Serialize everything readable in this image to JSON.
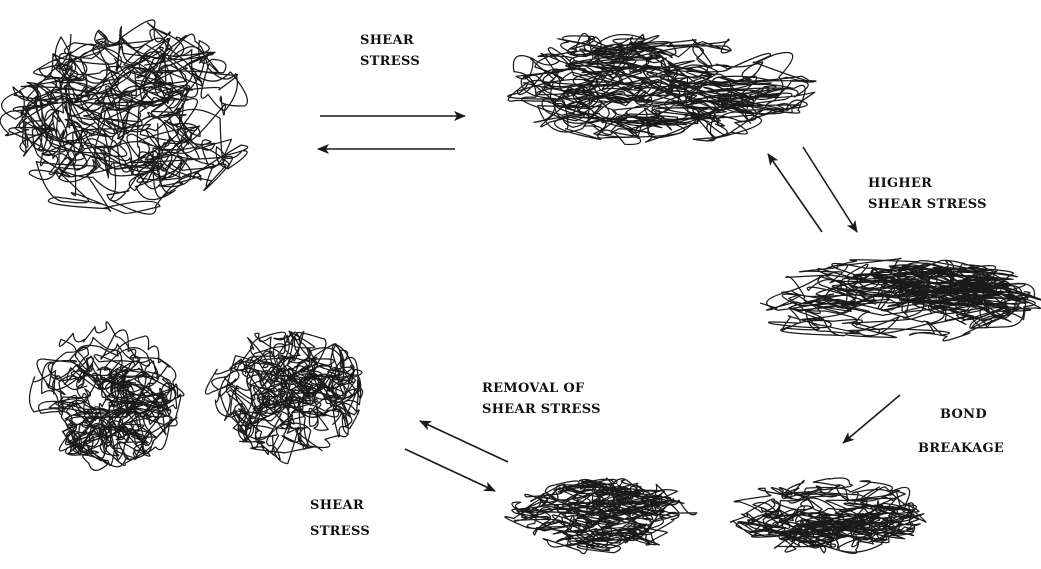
{
  "labels": {
    "shear_stress_top": [
      "SHEAR",
      "STRESS"
    ],
    "higher_shear_stress": [
      "HIGHER",
      "SHEAR STRESS"
    ],
    "bond_breakage": [
      "BOND",
      "BREAKAGE"
    ],
    "removal_of_shear_stress": [
      "REMOVAL OF",
      "SHEAR STRESS"
    ],
    "shear_stress_bottom": [
      "SHEAR",
      "STRESS"
    ]
  },
  "colors": {
    "ink": "#1a1a1a",
    "background": "#ffffff"
  }
}
